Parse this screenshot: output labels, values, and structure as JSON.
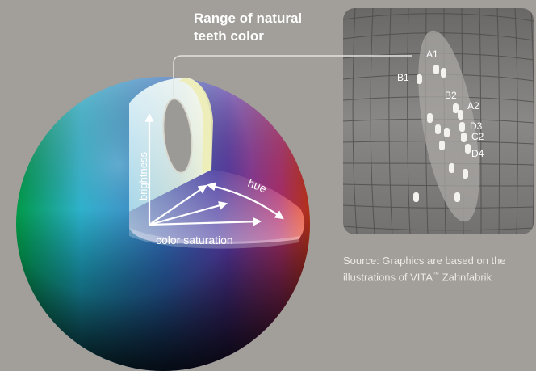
{
  "title": {
    "line1": "Range of natural",
    "line2": "teeth color"
  },
  "axes": {
    "brightness": "brightness",
    "hue": "hue",
    "saturation": "color saturation"
  },
  "shades": [
    {
      "label": "A1"
    },
    {
      "label": "B1"
    },
    {
      "label": "B2"
    },
    {
      "label": "A2"
    },
    {
      "label": "D3"
    },
    {
      "label": "C2"
    },
    {
      "label": "D4"
    }
  ],
  "source": {
    "line1": "Source: Graphics are based on the",
    "line2_pre": "illustrations of  VITA",
    "tm": "™",
    "line2_post": " Zahnfabrik"
  },
  "colors": {
    "background": "#a29e9a",
    "panel": "#6f6d6a",
    "teeth_region": "#9c9a97",
    "tooth": "#f3f2ee"
  }
}
